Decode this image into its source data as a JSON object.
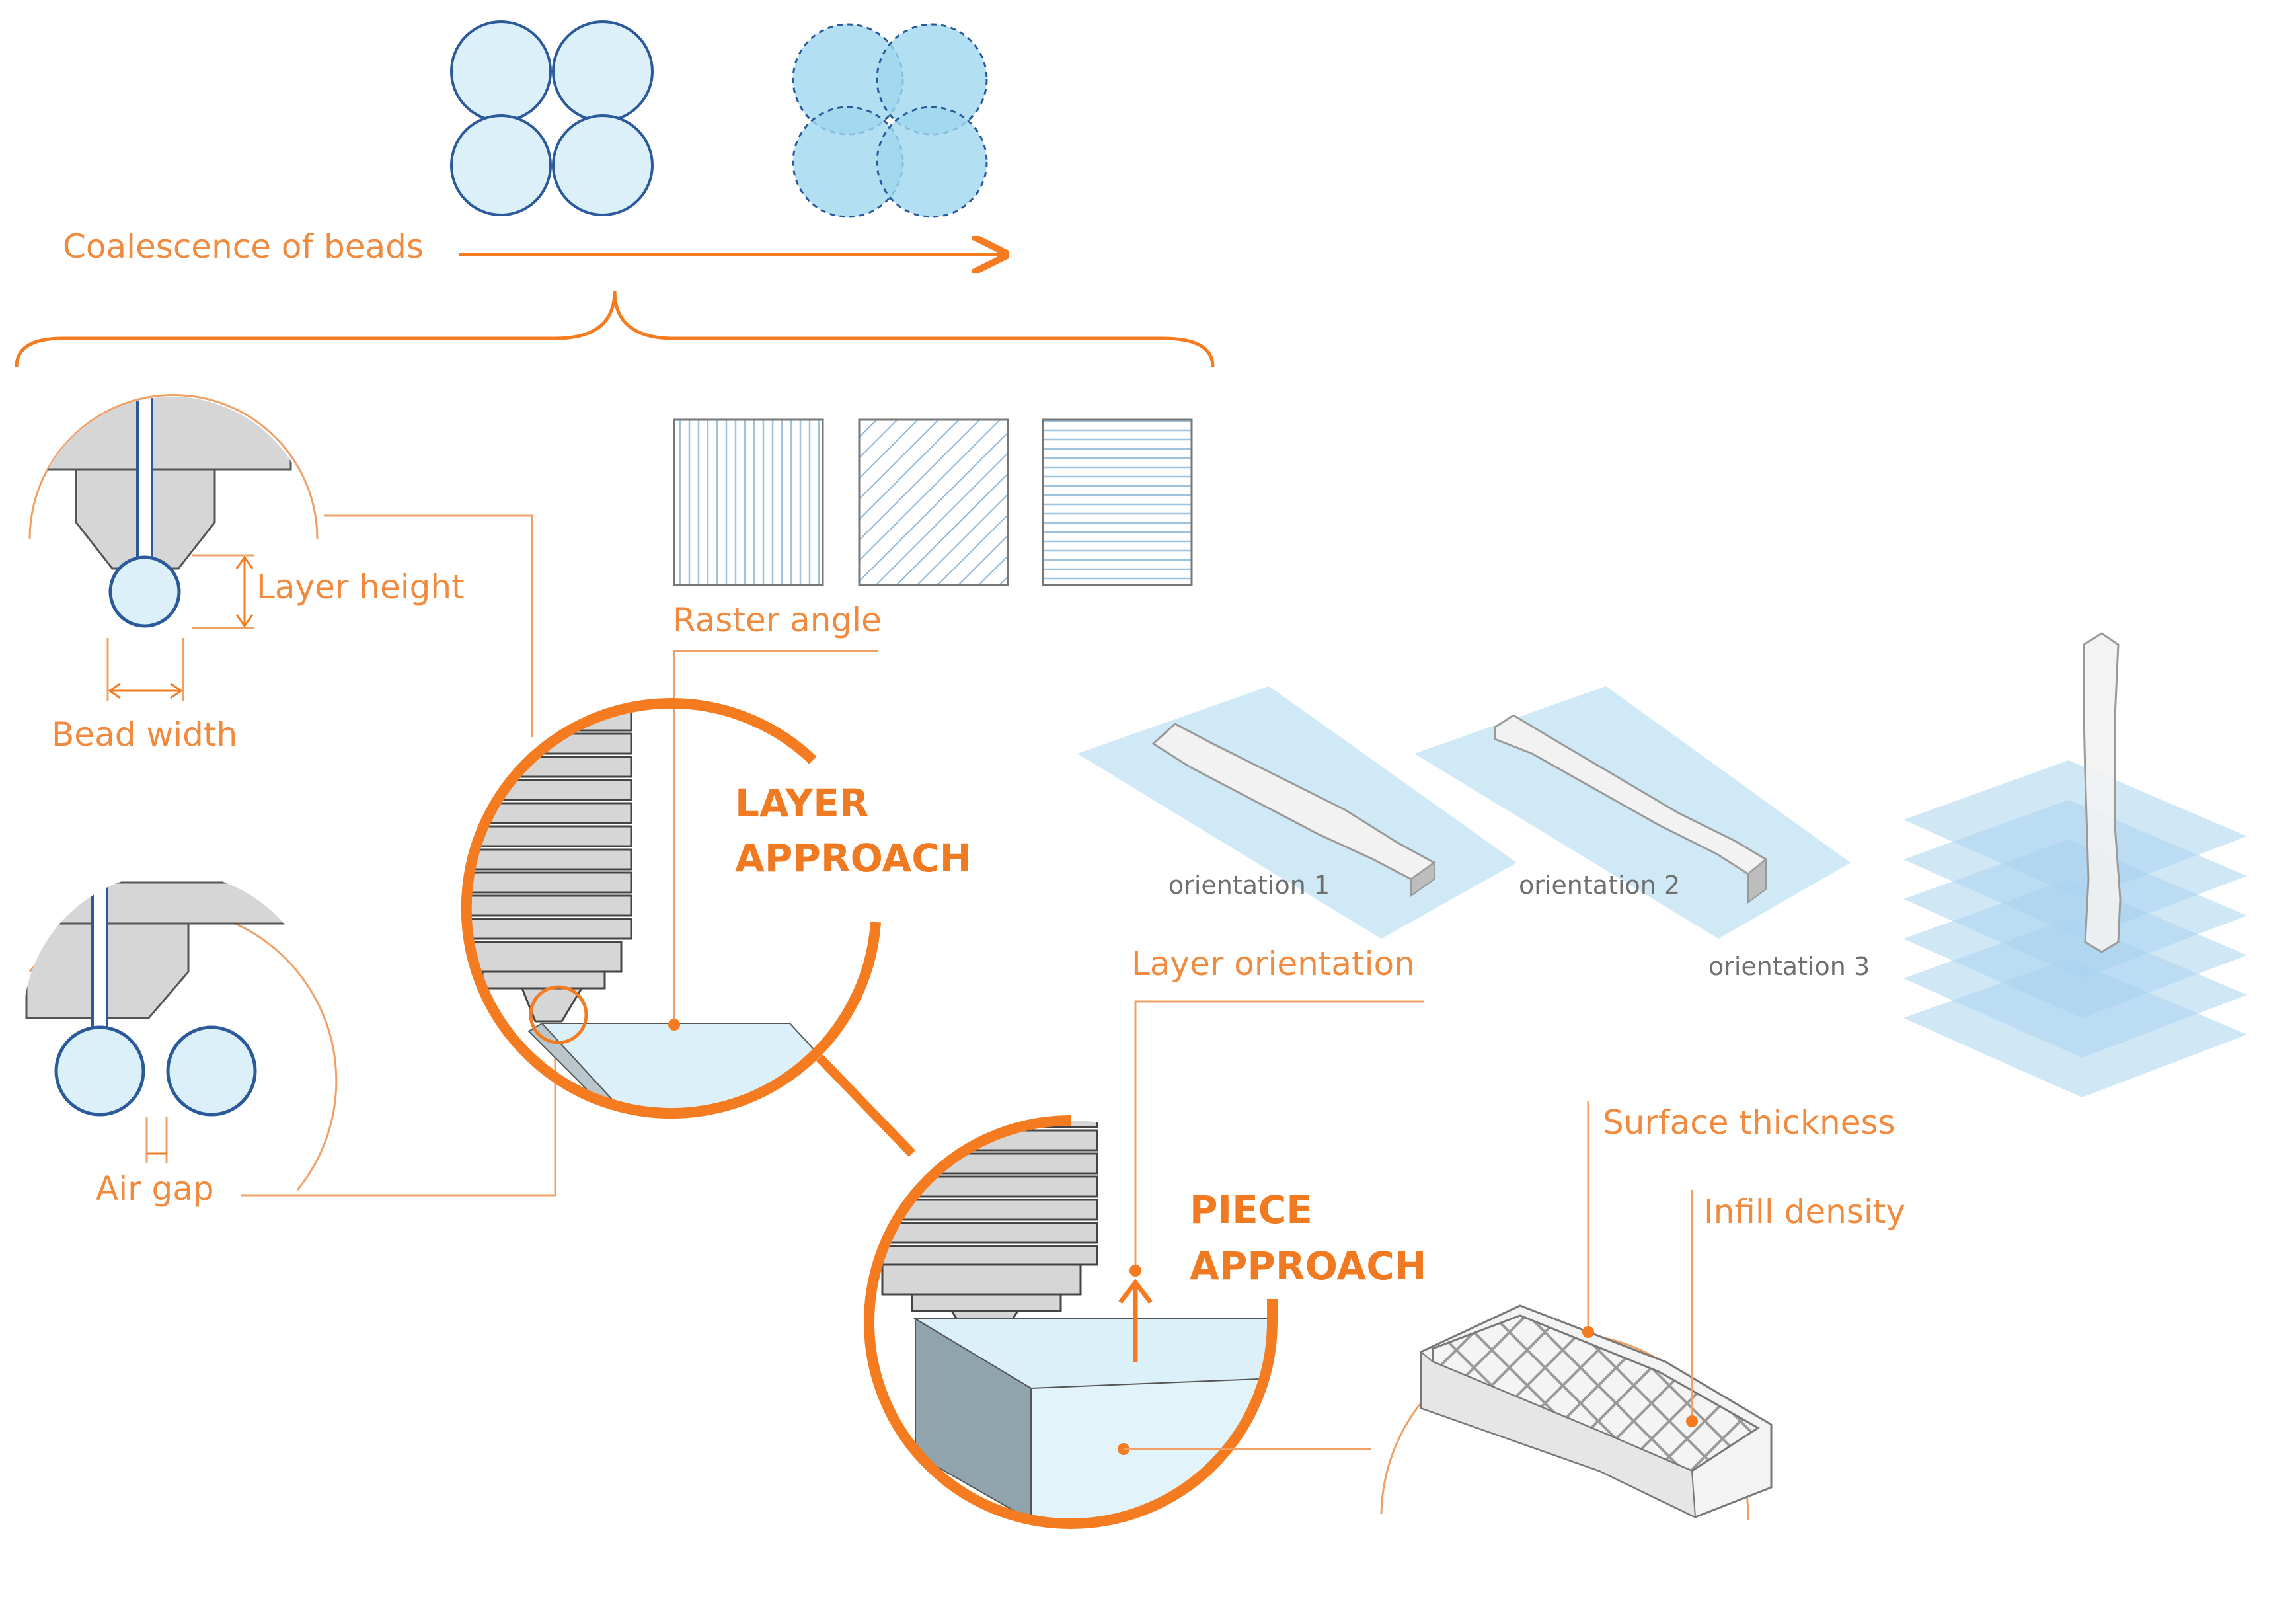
{
  "colors": {
    "accent": "#f47b20",
    "accent_thin": "#f0a064",
    "bead_fill": "#dcf0f9",
    "bead_stroke": "#2a5a9a",
    "bead_fill_fused": "#9fd7ee",
    "plane_fill": "#cfe9f6",
    "nozzle_gray": "#d6d6d6",
    "part_gray": "#8fa4ad"
  },
  "labels": {
    "coalescence": "Coalescence of beads",
    "layer_height": "Layer height",
    "bead_width": "Bead width",
    "air_gap": "Air gap",
    "raster_angle": "Raster angle",
    "layer_approach_1": "LAYER",
    "layer_approach_2": "APPROACH",
    "piece_approach_1": "PIECE",
    "piece_approach_2": "APPROACH",
    "layer_orientation": "Layer orientation",
    "orientation_1": "orientation 1",
    "orientation_2": "orientation 2",
    "orientation_3": "orientation 3",
    "surface_thickness": "Surface thickness",
    "infill_density": "Infill density"
  },
  "icons": {
    "beads_separate": "four-circles-icon",
    "beads_fused": "four-overlapping-circles-icon",
    "nozzle": "extrusion-nozzle-icon",
    "raster_vertical": "vertical-hatch-icon",
    "raster_diagonal": "diagonal-hatch-icon",
    "raster_horizontal": "horizontal-hatch-icon",
    "tensile_specimen": "dogbone-specimen-icon",
    "infill_part": "lattice-infill-part-icon"
  }
}
